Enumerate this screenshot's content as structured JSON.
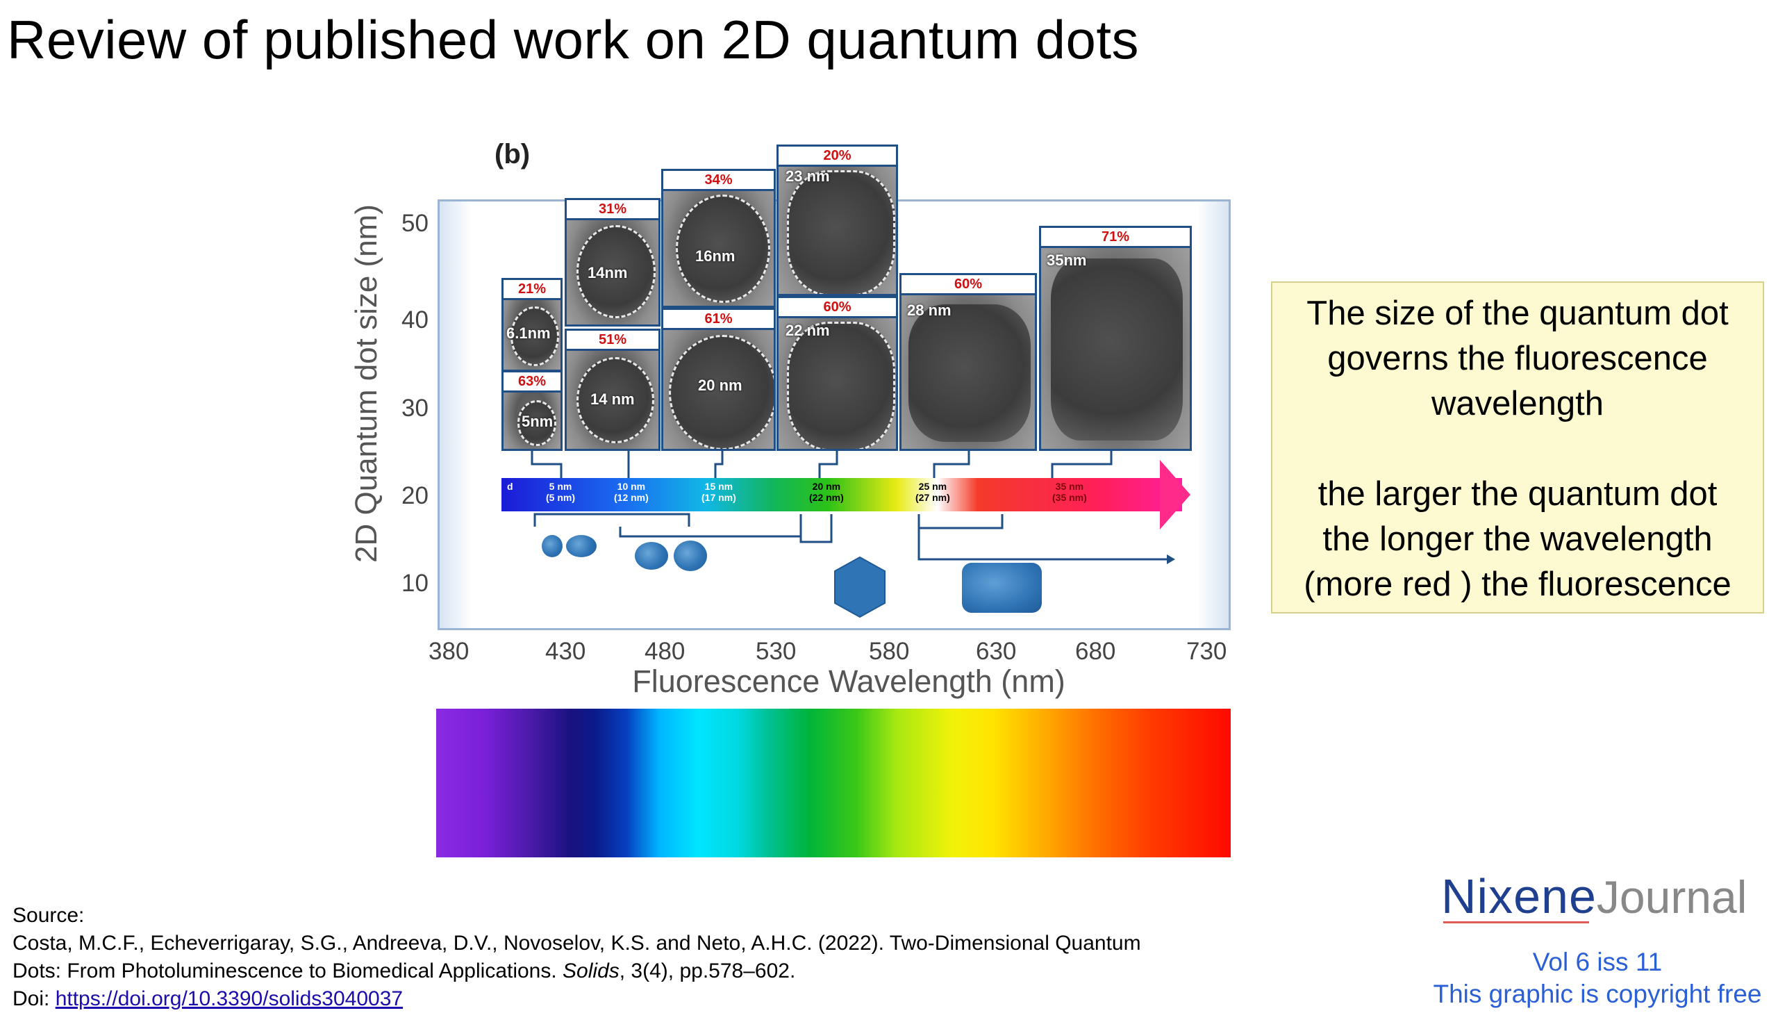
{
  "slide": {
    "title": "Review of published work on 2D quantum dots"
  },
  "figure": {
    "panel_label": "(b)",
    "y_axis": {
      "label": "2D Quantum dot size (nm)",
      "ticks": [
        "50",
        "40",
        "30",
        "20",
        "10"
      ]
    },
    "x_axis": {
      "label": "Fluorescence Wavelength (nm)",
      "ticks": [
        "380",
        "430",
        "480",
        "530",
        "580",
        "630",
        "680",
        "730"
      ]
    },
    "tem_images": [
      {
        "pct": "21%",
        "size": "6.1nm"
      },
      {
        "pct": "63%",
        "size": "5nm"
      },
      {
        "pct": "31%",
        "size": "14nm"
      },
      {
        "pct": "51%",
        "size": "14 nm"
      },
      {
        "pct": "34%",
        "size": "16nm"
      },
      {
        "pct": "61%",
        "size": "20 nm"
      },
      {
        "pct": "20%",
        "size": "23 nm"
      },
      {
        "pct": "60%",
        "size": "22 nm"
      },
      {
        "pct": "60%",
        "size": "28 nm"
      },
      {
        "pct": "71%",
        "size": "35nm"
      }
    ],
    "bar_labels": [
      {
        "text": "d",
        "sub": ""
      },
      {
        "text": "5 nm",
        "sub": "(5 nm)"
      },
      {
        "text": "10 nm",
        "sub": "(12 nm)"
      },
      {
        "text": "15 nm",
        "sub": "(17 nm)"
      },
      {
        "text": "20 nm",
        "sub": "(22 nm)"
      },
      {
        "text": "25 nm",
        "sub": "(27 nm)"
      },
      {
        "text": "35 nm",
        "sub": "(35 nm)"
      }
    ]
  },
  "callout": {
    "line1": "The size of the quantum dot",
    "line2": "governs the fluorescence",
    "line3": "wavelength",
    "line4": "the larger the quantum dot",
    "line5": "the longer the wavelength",
    "line6": "(more red ) the fluorescence"
  },
  "source": {
    "heading": "Source:",
    "line1": "Costa, M.C.F., Echeverrigaray, S.G., Andreeva, D.V., Novoselov, K.S. and Neto, A.H.C. (2022). Two-Dimensional Quantum",
    "line2_pre": "Dots: From Photoluminescence to Biomedical Applications. ",
    "line2_journal": "Solids",
    "line2_post": ", 3(4), pp.578–602.",
    "doi_label": "Doi: ",
    "doi_link": "https://doi.org/10.3390/solids3040037"
  },
  "brand": {
    "name1": "Nixene",
    "name2": "Journal",
    "volume": "Vol 6 iss 11",
    "copyright": "This graphic is copyright free"
  },
  "colors": {
    "brand_blue": "#1f3f8f",
    "link_blue": "#2a5fd6",
    "callout_bg": "#fdf9d0"
  }
}
